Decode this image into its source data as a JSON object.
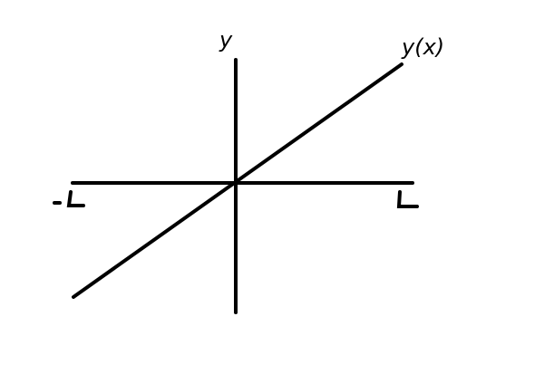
{
  "labels": {
    "y_axis": "y",
    "curve": "y(x)",
    "x_min": "-L",
    "x_max": "L"
  },
  "colors": {
    "stroke": "#000000",
    "background": "#ffffff"
  }
}
